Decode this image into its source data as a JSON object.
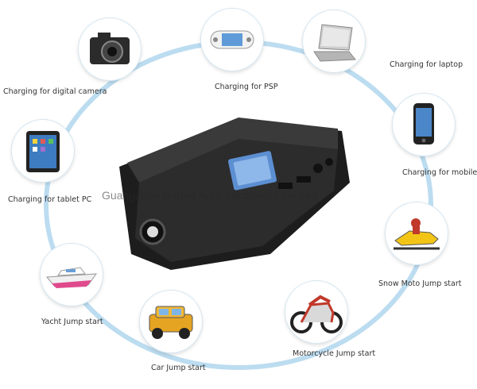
{
  "watermark": "Guangzhou B-King Auto Electronics Limited",
  "items": [
    {
      "label": "Charging for PSP",
      "icon": "psp-icon"
    },
    {
      "label": "Charging for laptop",
      "icon": "laptop-icon"
    },
    {
      "label": "Charging for mobile",
      "icon": "mobile-phone-icon"
    },
    {
      "label": "Snow Moto Jump start",
      "icon": "snowmobile-icon"
    },
    {
      "label": "Motorcycle Jump start",
      "icon": "motorcycle-icon"
    },
    {
      "label": "Car Jump start",
      "icon": "car-icon"
    },
    {
      "label": "Yacht Jump start",
      "icon": "yacht-icon"
    },
    {
      "label": "Charging for tablet PC",
      "icon": "tablet-icon"
    },
    {
      "label": "Charging for digital camera",
      "icon": "digital-camera-icon"
    }
  ],
  "colors": {
    "ring": "#bcdcf0",
    "device": "#2a2a2a"
  }
}
